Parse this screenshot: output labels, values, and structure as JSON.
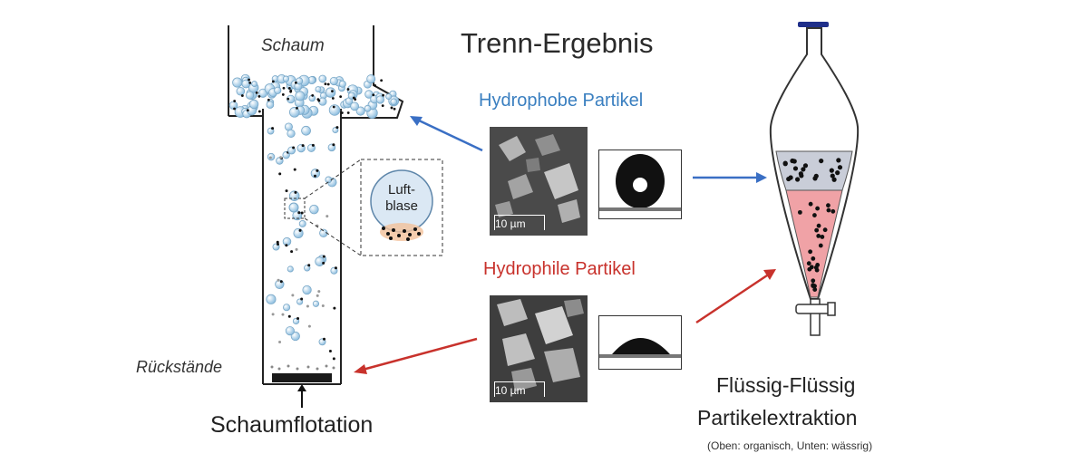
{
  "title": "Trenn-Ergebnis",
  "hydrophobic_label": "Hydrophobe Partikel",
  "hydrophilic_label": "Hydrophile Partikel",
  "foam_label": "Schaum",
  "residue_label": "Rückstände",
  "bubble_label_line1": "Luft-",
  "bubble_label_line2": "blase",
  "flotation_label": "Schaumflotation",
  "extraction_label_line1": "Flüssig-Flüssig",
  "extraction_label_line2": "Partikelextraktion",
  "extraction_note": "(Oben: organisch, Unten: wässrig)",
  "scale_bar_1": "10 µm",
  "scale_bar_2": "10 µm",
  "colors": {
    "hydrophobic_arrow": "#3a6fc4",
    "hydrophilic_arrow": "#c8322c",
    "bubble": "#a9cde6",
    "organic_phase": "#c9cdd8",
    "aqueous_phase": "#f0a2a6"
  }
}
